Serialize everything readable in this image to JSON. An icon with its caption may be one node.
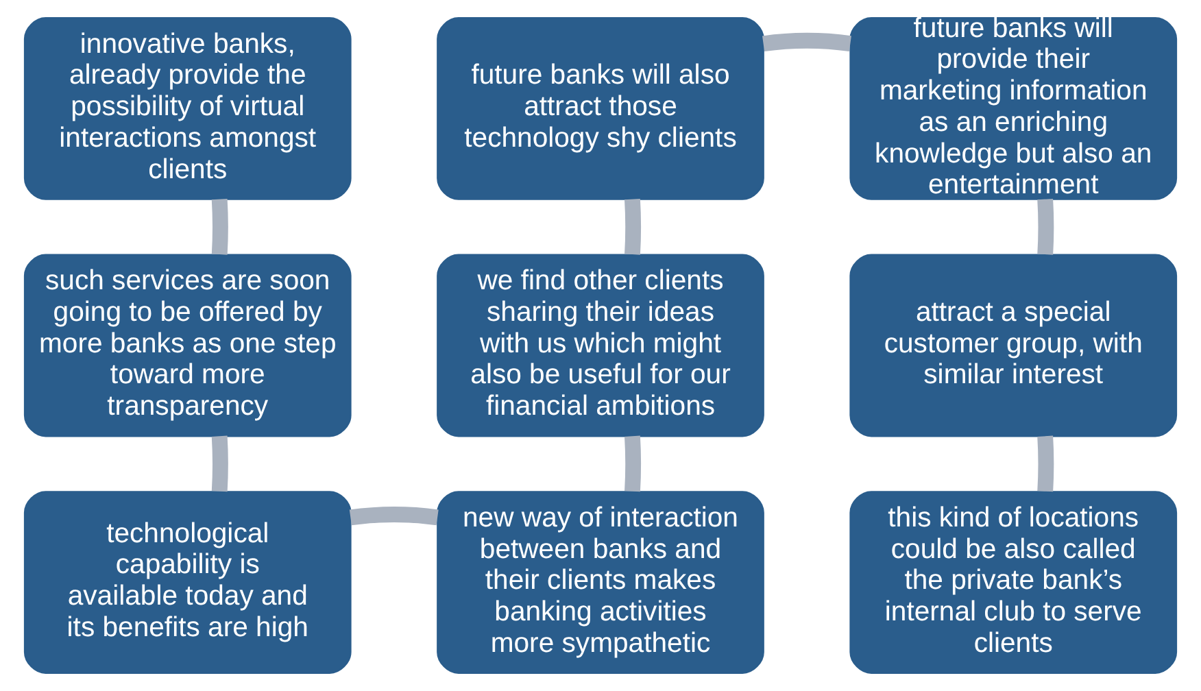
{
  "diagram": {
    "nodes": [
      {
        "text": [
          "innovative banks, already provide the possibility of virtual interactions amongst clients"
        ]
      },
      {
        "text": [
          "future banks will also attract those technology shy clients"
        ]
      },
      {
        "text": [
          "future banks will provide their marketing information as an enriching knowledge but also an entertainment"
        ]
      },
      {
        "text": [
          "such services are soon going to be offered by more banks as one step toward more transparency"
        ]
      },
      {
        "text": [
          "we find other clients sharing their ideas with us which might also be useful for our financial ambitions"
        ]
      },
      {
        "text": [
          "attract a special customer group, with similar interest"
        ]
      },
      {
        "text": [
          "technological capability is available today and its benefits are high"
        ]
      },
      {
        "text": [
          "new way of interaction between banks and their clients makes banking activities more sympathetic"
        ]
      },
      {
        "text": [
          "this kind of locations could be also called the private bank’s internal club to serve clients"
        ]
      }
    ],
    "edges": [
      {
        "from": 0,
        "to": 3,
        "arrow": "none"
      },
      {
        "from": 3,
        "to": 6,
        "arrow": "none"
      },
      {
        "from": 6,
        "to": 7,
        "arrow": "none"
      },
      {
        "from": 7,
        "to": 4,
        "arrow": "none"
      },
      {
        "from": 4,
        "to": 1,
        "arrow": "none"
      },
      {
        "from": 1,
        "to": 2,
        "arrow": "none"
      },
      {
        "from": 2,
        "to": 5,
        "arrow": "none"
      },
      {
        "from": 5,
        "to": 8,
        "arrow": "none"
      }
    ]
  }
}
